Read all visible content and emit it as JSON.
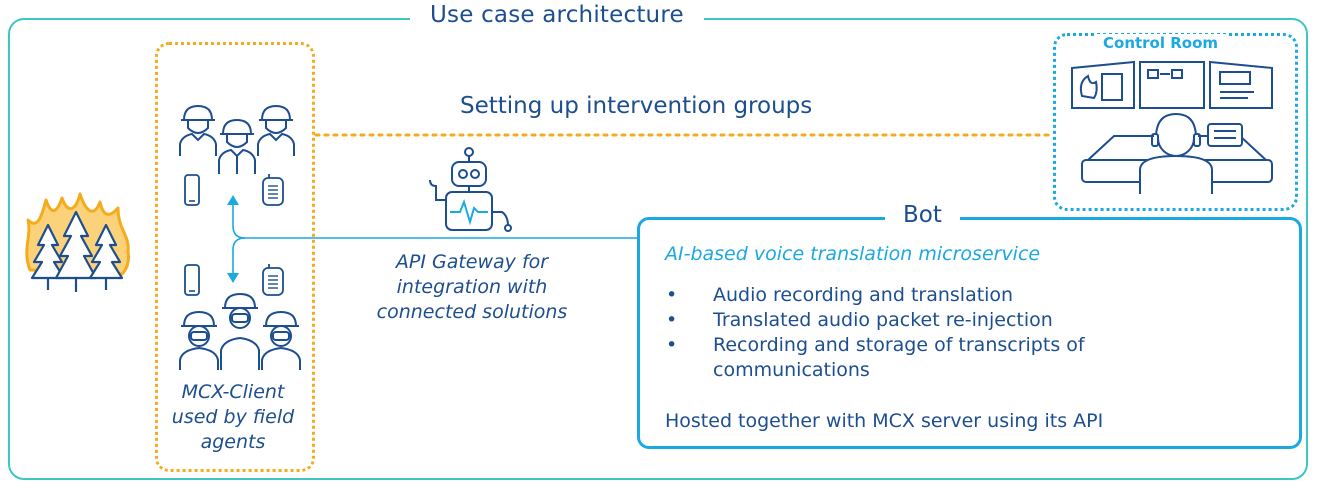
{
  "diagram": {
    "title": "Use case architecture",
    "setup_label": "Setting up intervention groups",
    "control_room": {
      "title": "Control Room"
    },
    "api_gateway_label": "API Gateway for integration with connected solutions",
    "mcx_client_label": "MCX-Client used by field agents",
    "bot": {
      "title": "Bot",
      "subtitle": "AI-based voice translation microservice",
      "bullets": [
        "Audio recording and translation",
        "Translated audio packet re-injection",
        "Recording and storage of transcripts of communications"
      ],
      "hosted": "Hosted together with MCX server using its API"
    },
    "colors": {
      "frame": "#3cc7c2",
      "field_border": "#f4ab1c",
      "control_border": "#1ba9e1",
      "text_dark_blue": "#1d4e8f",
      "fire": "#f4ab1c"
    },
    "icons": [
      "forest-fire-icon",
      "firefighters-group-icon",
      "smartphone-icon",
      "radio-icon",
      "robot-bot-icon",
      "control-room-operator-icon"
    ]
  }
}
